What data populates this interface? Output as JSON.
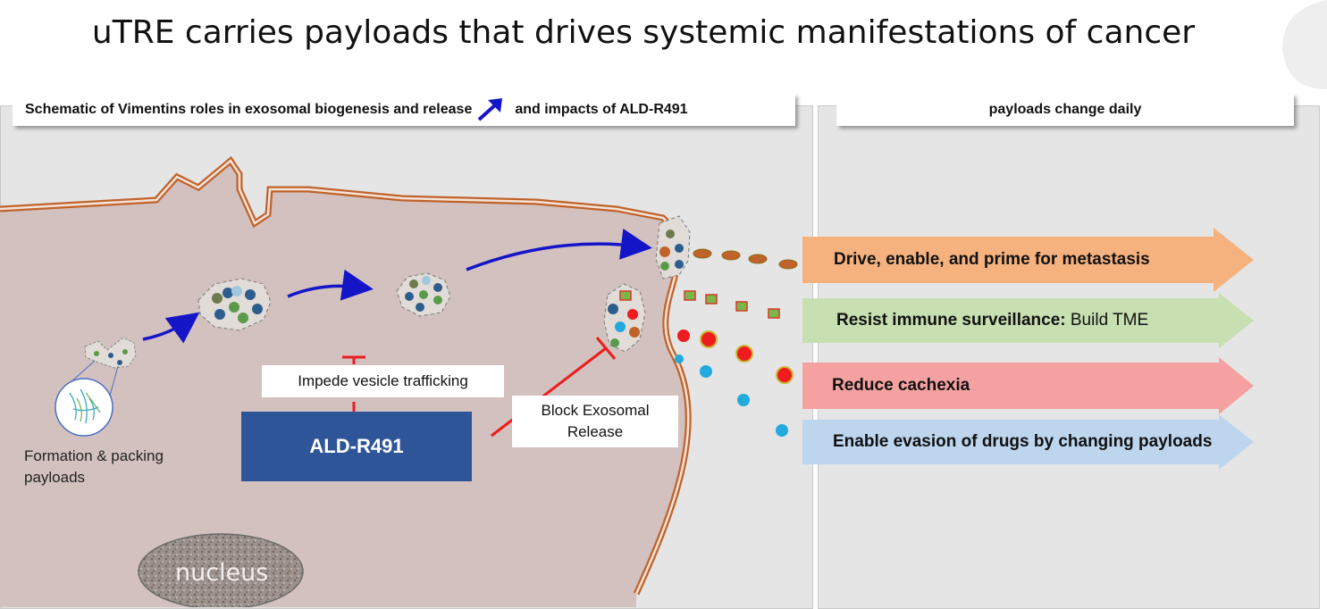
{
  "title": "uTRE carries payloads that drives systemic manifestations of cancer",
  "left_panel": {
    "header_before_arrow": "Schematic of Vimentins roles in exosomal biogenesis and release",
    "header_after_arrow": "and impacts of ALD-R491",
    "formation_caption_line1": "Formation & packing",
    "formation_caption_line2": "payloads",
    "impede_label": "Impede vesicle trafficking",
    "block_label_line1": "Block Exosomal",
    "block_label_line2": "Release",
    "drug_label": "ALD-R491",
    "nucleus_label": "nucleus"
  },
  "right_panel": {
    "header": "payloads change daily",
    "effects": [
      {
        "bold": "Drive, enable, and prime for metastasis",
        "normal": "",
        "color": "#f6b27e"
      },
      {
        "bold": "Resist immune surveillance:",
        "normal": " Build TME",
        "color": "#c7dfb1"
      },
      {
        "bold": "Reduce cachexia",
        "normal": "",
        "color": "#f5a1a1"
      },
      {
        "bold": "Enable evasion of drugs by changing payloads",
        "normal": "",
        "color": "#bdd6ee"
      }
    ]
  },
  "colors": {
    "cell": "#d3c1bf",
    "membrane": "#c0632b",
    "trafficking_arrow": "#1515c8",
    "inhibition": "#ee1c1c",
    "drug_box": "#2e5597",
    "panel_bg": "#e5e5e5"
  }
}
